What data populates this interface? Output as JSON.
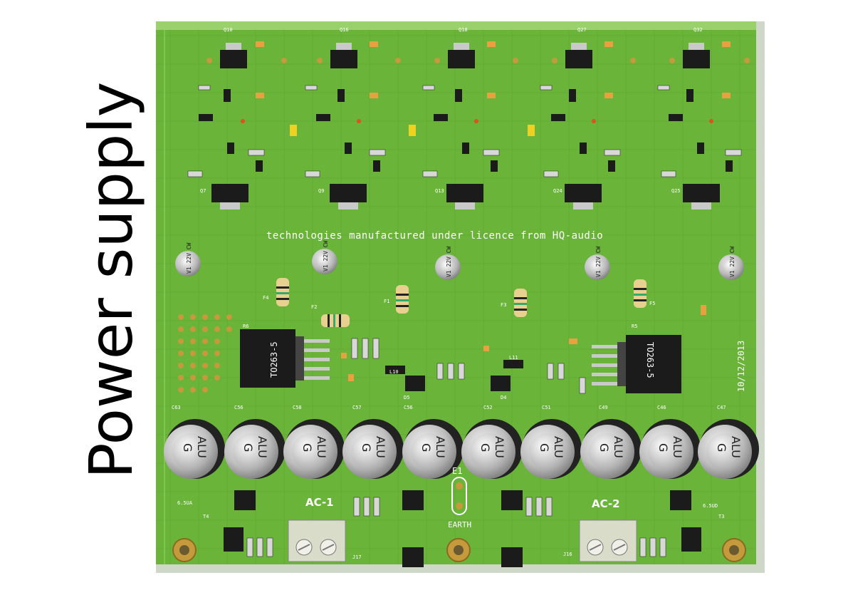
{
  "slide": {
    "title": "Power supply"
  },
  "pcb": {
    "licence_text": "technologies manufactured under licence from HQ-audio",
    "date": "10/12/2013",
    "regulator_label": "TO263-5",
    "regulators": [
      "R6",
      "R5"
    ],
    "transformer_inputs": [
      "AC-1",
      "AC-2"
    ],
    "earth": {
      "ref": "E1",
      "label": "EARTH"
    },
    "capacitor_marking": {
      "line1": "ALU",
      "line2": "G"
    },
    "small_cap_marking": "V1 22V CW",
    "top_refs": [
      "Q10",
      "Q16",
      "Q18",
      "Q27",
      "Q32"
    ],
    "mid_refs": [
      "Q7",
      "Q9",
      "Q13",
      "Q24",
      "Q25"
    ],
    "fuses": [
      "F4",
      "F2",
      "F1",
      "F3",
      "F5"
    ],
    "cap_refs": [
      "C63",
      "C56",
      "C58",
      "C57",
      "C56",
      "C52",
      "C51",
      "C49",
      "C46",
      "C47"
    ],
    "mount_labels": [
      "T4",
      "T3"
    ],
    "supply_labels": [
      "6.5UA",
      "6.5UD"
    ],
    "connectors": [
      "J17",
      "J16"
    ],
    "diodes": [
      "D5",
      "D4"
    ],
    "inductors": [
      "L10",
      "L11"
    ],
    "colors": {
      "board": "#6ab43a",
      "board_dark": "#4e9a2a",
      "copper_pad": "#c49a3c",
      "component": "#1b1b1b"
    }
  }
}
